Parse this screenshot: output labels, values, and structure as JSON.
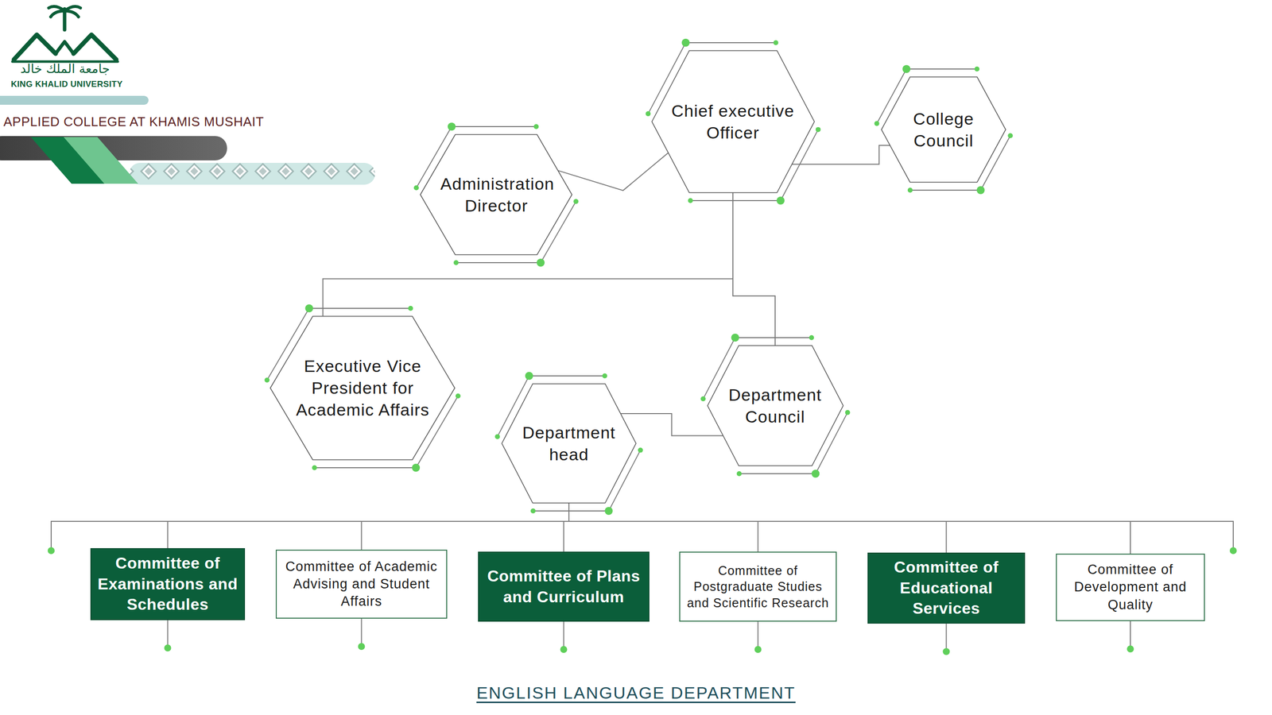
{
  "diagram": {
    "caption": "ENGLISH LANGUAGE DEPARTMENT",
    "nodes": [
      {
        "text": [
          "Chief executive Officer"
        ]
      },
      {
        "text": [
          "College Council"
        ]
      },
      {
        "text": [
          "Administration Director"
        ]
      },
      {
        "text": [
          "Executive Vice President for Academic Affairs"
        ]
      },
      {
        "text": [
          "Department Council"
        ]
      },
      {
        "text": [
          "Department head"
        ]
      },
      {
        "text": [
          "Committee of Examinations and Schedules"
        ]
      },
      {
        "text": [
          "Committee of Academic Advising and Student Affairs"
        ]
      },
      {
        "text": [
          "Committee of Plans and Curriculum"
        ]
      },
      {
        "text": [
          "Committee of Postgraduate Studies and Scientific Research"
        ]
      },
      {
        "text": [
          "Committee of Educational Services"
        ]
      },
      {
        "text": [
          "Committee of Development and Quality"
        ]
      }
    ],
    "edges": [
      {
        "from": 0,
        "to": 2,
        "arrow": "none"
      },
      {
        "from": 0,
        "to": 1,
        "arrow": "none"
      },
      {
        "from": 0,
        "to": 3,
        "arrow": "none"
      },
      {
        "from": 0,
        "to": 4,
        "arrow": "none"
      },
      {
        "from": 4,
        "to": 5,
        "arrow": "none"
      },
      {
        "from": 5,
        "to": 6,
        "arrow": "none"
      },
      {
        "from": 5,
        "to": 7,
        "arrow": "none"
      },
      {
        "from": 5,
        "to": 8,
        "arrow": "none"
      },
      {
        "from": 5,
        "to": 9,
        "arrow": "none"
      },
      {
        "from": 5,
        "to": 10,
        "arrow": "none"
      },
      {
        "from": 5,
        "to": 11,
        "arrow": "none"
      }
    ],
    "labels": [
      "جامعة الملك خالد",
      "KING KHALID UNIVERSITY",
      "APPLIED COLLEGE AT KHAMIS MUSHAIT"
    ]
  }
}
